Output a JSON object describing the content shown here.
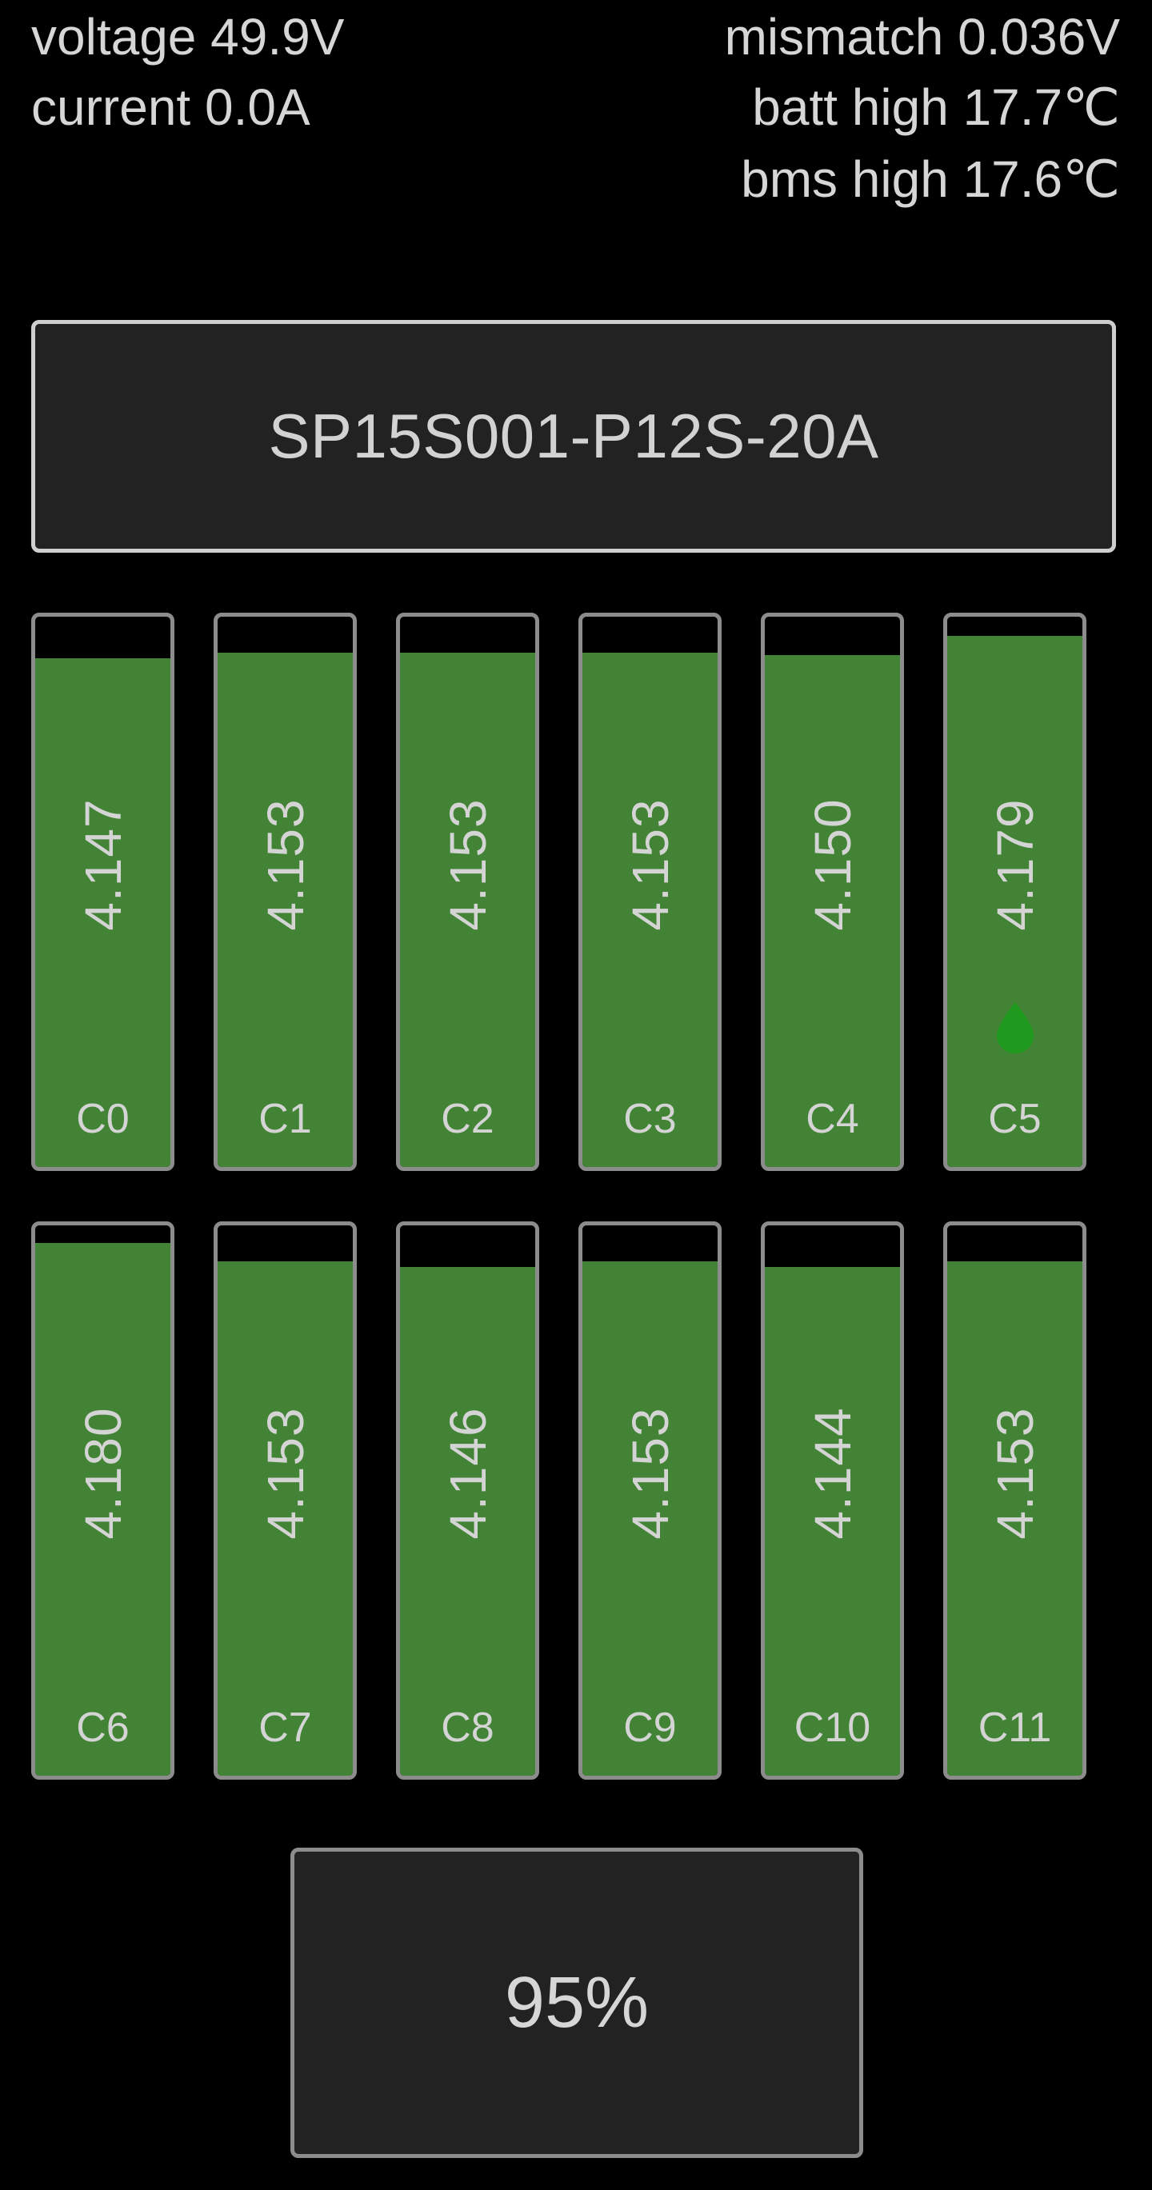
{
  "stats": {
    "voltage": "voltage 49.9V",
    "current": "current 0.0A",
    "mismatch": "mismatch 0.036V",
    "batt_high": "batt high 17.7℃",
    "bms_high": "bms high 17.6℃"
  },
  "device": {
    "name": "SP15S001-P12S-20A"
  },
  "colors": {
    "cell_fill": "#428335",
    "cell_border": "#8c8c8c",
    "balance_icon": "#1f9a1f",
    "background": "#000000"
  },
  "cells": [
    {
      "label": "C0",
      "voltage": "4.147",
      "fill_fraction": 0.925,
      "balancing": false
    },
    {
      "label": "C1",
      "voltage": "4.153",
      "fill_fraction": 0.935,
      "balancing": false
    },
    {
      "label": "C2",
      "voltage": "4.153",
      "fill_fraction": 0.935,
      "balancing": false
    },
    {
      "label": "C3",
      "voltage": "4.153",
      "fill_fraction": 0.935,
      "balancing": false
    },
    {
      "label": "C4",
      "voltage": "4.150",
      "fill_fraction": 0.93,
      "balancing": false
    },
    {
      "label": "C5",
      "voltage": "4.179",
      "fill_fraction": 0.965,
      "balancing": true,
      "icon": "water-drop-icon"
    },
    {
      "label": "C6",
      "voltage": "4.180",
      "fill_fraction": 0.968,
      "balancing": false
    },
    {
      "label": "C7",
      "voltage": "4.153",
      "fill_fraction": 0.935,
      "balancing": false
    },
    {
      "label": "C8",
      "voltage": "4.146",
      "fill_fraction": 0.925,
      "balancing": false
    },
    {
      "label": "C9",
      "voltage": "4.153",
      "fill_fraction": 0.935,
      "balancing": false
    },
    {
      "label": "C10",
      "voltage": "4.144",
      "fill_fraction": 0.925,
      "balancing": false
    },
    {
      "label": "C11",
      "voltage": "4.153",
      "fill_fraction": 0.935,
      "balancing": false
    }
  ],
  "soc": {
    "text": "95%"
  }
}
